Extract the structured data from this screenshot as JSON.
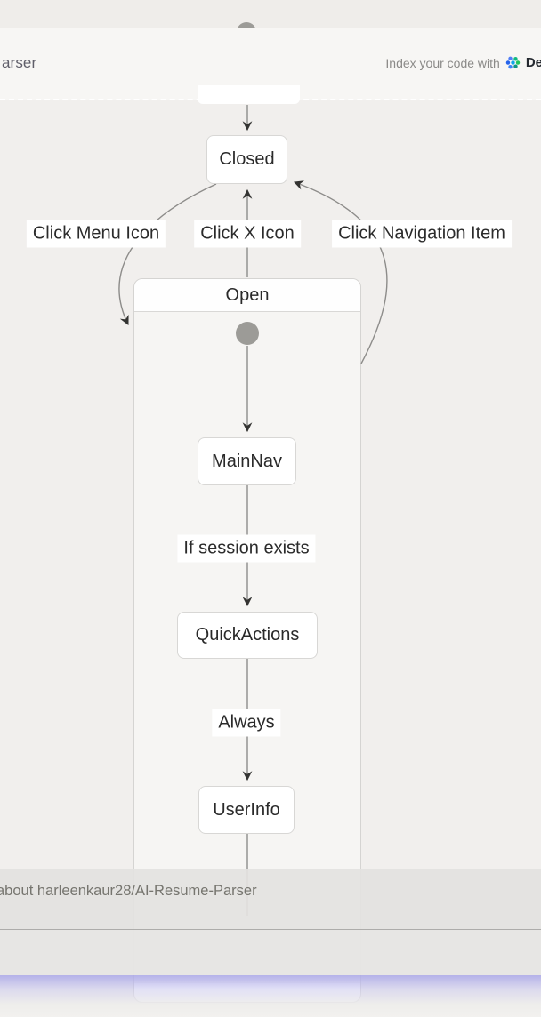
{
  "header": {
    "title": "arser",
    "promo_prefix": "Index your code with",
    "promo_brand": "De",
    "promo_icon": "devin-logo-icon"
  },
  "diagram": {
    "type": "state-diagram",
    "states": [
      {
        "id": "Closed",
        "label": "Closed"
      },
      {
        "id": "Open",
        "label": "Open",
        "composite": true,
        "children": [
          "MainNav",
          "QuickActions",
          "UserInfo"
        ]
      },
      {
        "id": "MainNav",
        "label": "MainNav"
      },
      {
        "id": "QuickActions",
        "label": "QuickActions"
      },
      {
        "id": "UserInfo",
        "label": "UserInfo"
      }
    ],
    "transitions": [
      {
        "from": "[*]",
        "to": "Closed",
        "label": ""
      },
      {
        "from": "Closed",
        "to": "Open",
        "label": "Click Menu Icon"
      },
      {
        "from": "Open",
        "to": "Closed",
        "label": "Click X Icon"
      },
      {
        "from": "Open",
        "to": "Closed",
        "label": "Click Navigation Item"
      },
      {
        "from": "[*]",
        "to": "MainNav",
        "label": ""
      },
      {
        "from": "MainNav",
        "to": "QuickActions",
        "label": "If session exists"
      },
      {
        "from": "QuickActions",
        "to": "UserInfo",
        "label": "Always"
      }
    ]
  },
  "overlay": {
    "ask_text": "about harleenkaur28/AI-Resume-Parser"
  },
  "colors": {
    "page_bg": "#f1efed",
    "header_bg": "#f7f6f4",
    "open_body_bg": "#f6f5f3",
    "node_bg": "#ffffff",
    "node_border": "#d8d7d5",
    "edge_stroke": "#8d8c8a",
    "arrow_fill": "#343432",
    "start_dot": "#9c9b97",
    "overlay_bg": "#e3e2e0",
    "focus_glow": "#aca9e8"
  }
}
